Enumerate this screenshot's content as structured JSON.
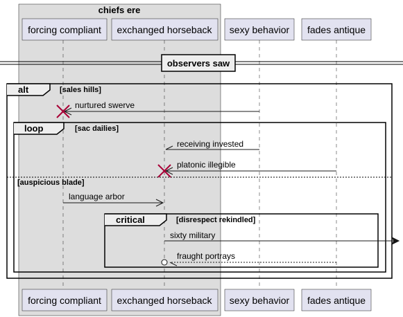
{
  "group_box": {
    "title": "chiefs ere",
    "color": "#DDDDDD"
  },
  "participants": [
    {
      "id": "fc",
      "label": "forcing compliant"
    },
    {
      "id": "eh",
      "label": "exchanged horseback"
    },
    {
      "id": "sb",
      "label": "sexy behavior"
    },
    {
      "id": "fa",
      "label": "fades antique"
    }
  ],
  "divider": {
    "label": "observers saw"
  },
  "fragments": {
    "alt": {
      "keyword": "alt",
      "condition": "[sales hills]",
      "else_condition": "[auspicious blade]"
    },
    "loop": {
      "keyword": "loop",
      "condition": "[sac dailies]"
    },
    "critical": {
      "keyword": "critical",
      "condition": "[disrespect rekindled]"
    }
  },
  "messages": [
    {
      "label": "nurtured swerve",
      "from": "sexy behavior",
      "to": "forcing compliant",
      "type": "destroy"
    },
    {
      "label": "receiving invested",
      "from": "sexy behavior",
      "to": "exchanged horseback",
      "type": "half-arrow"
    },
    {
      "label": "platonic illegible",
      "from": "fades antique",
      "to": "exchanged horseback",
      "type": "destroy"
    },
    {
      "label": "language arbor",
      "from": "forcing compliant",
      "to": "exchanged horseback",
      "type": "arrow"
    },
    {
      "label": "sixty military",
      "from": "exchanged horseback",
      "to": "outside",
      "type": "arrow"
    },
    {
      "label": "fraught portrays",
      "from": "fades antique",
      "to": "exchanged horseback",
      "type": "dashed-circle"
    }
  ],
  "colors": {
    "participant_fill": "#E2E2F0",
    "destroy_mark": "#A80036",
    "line": "#181818"
  }
}
